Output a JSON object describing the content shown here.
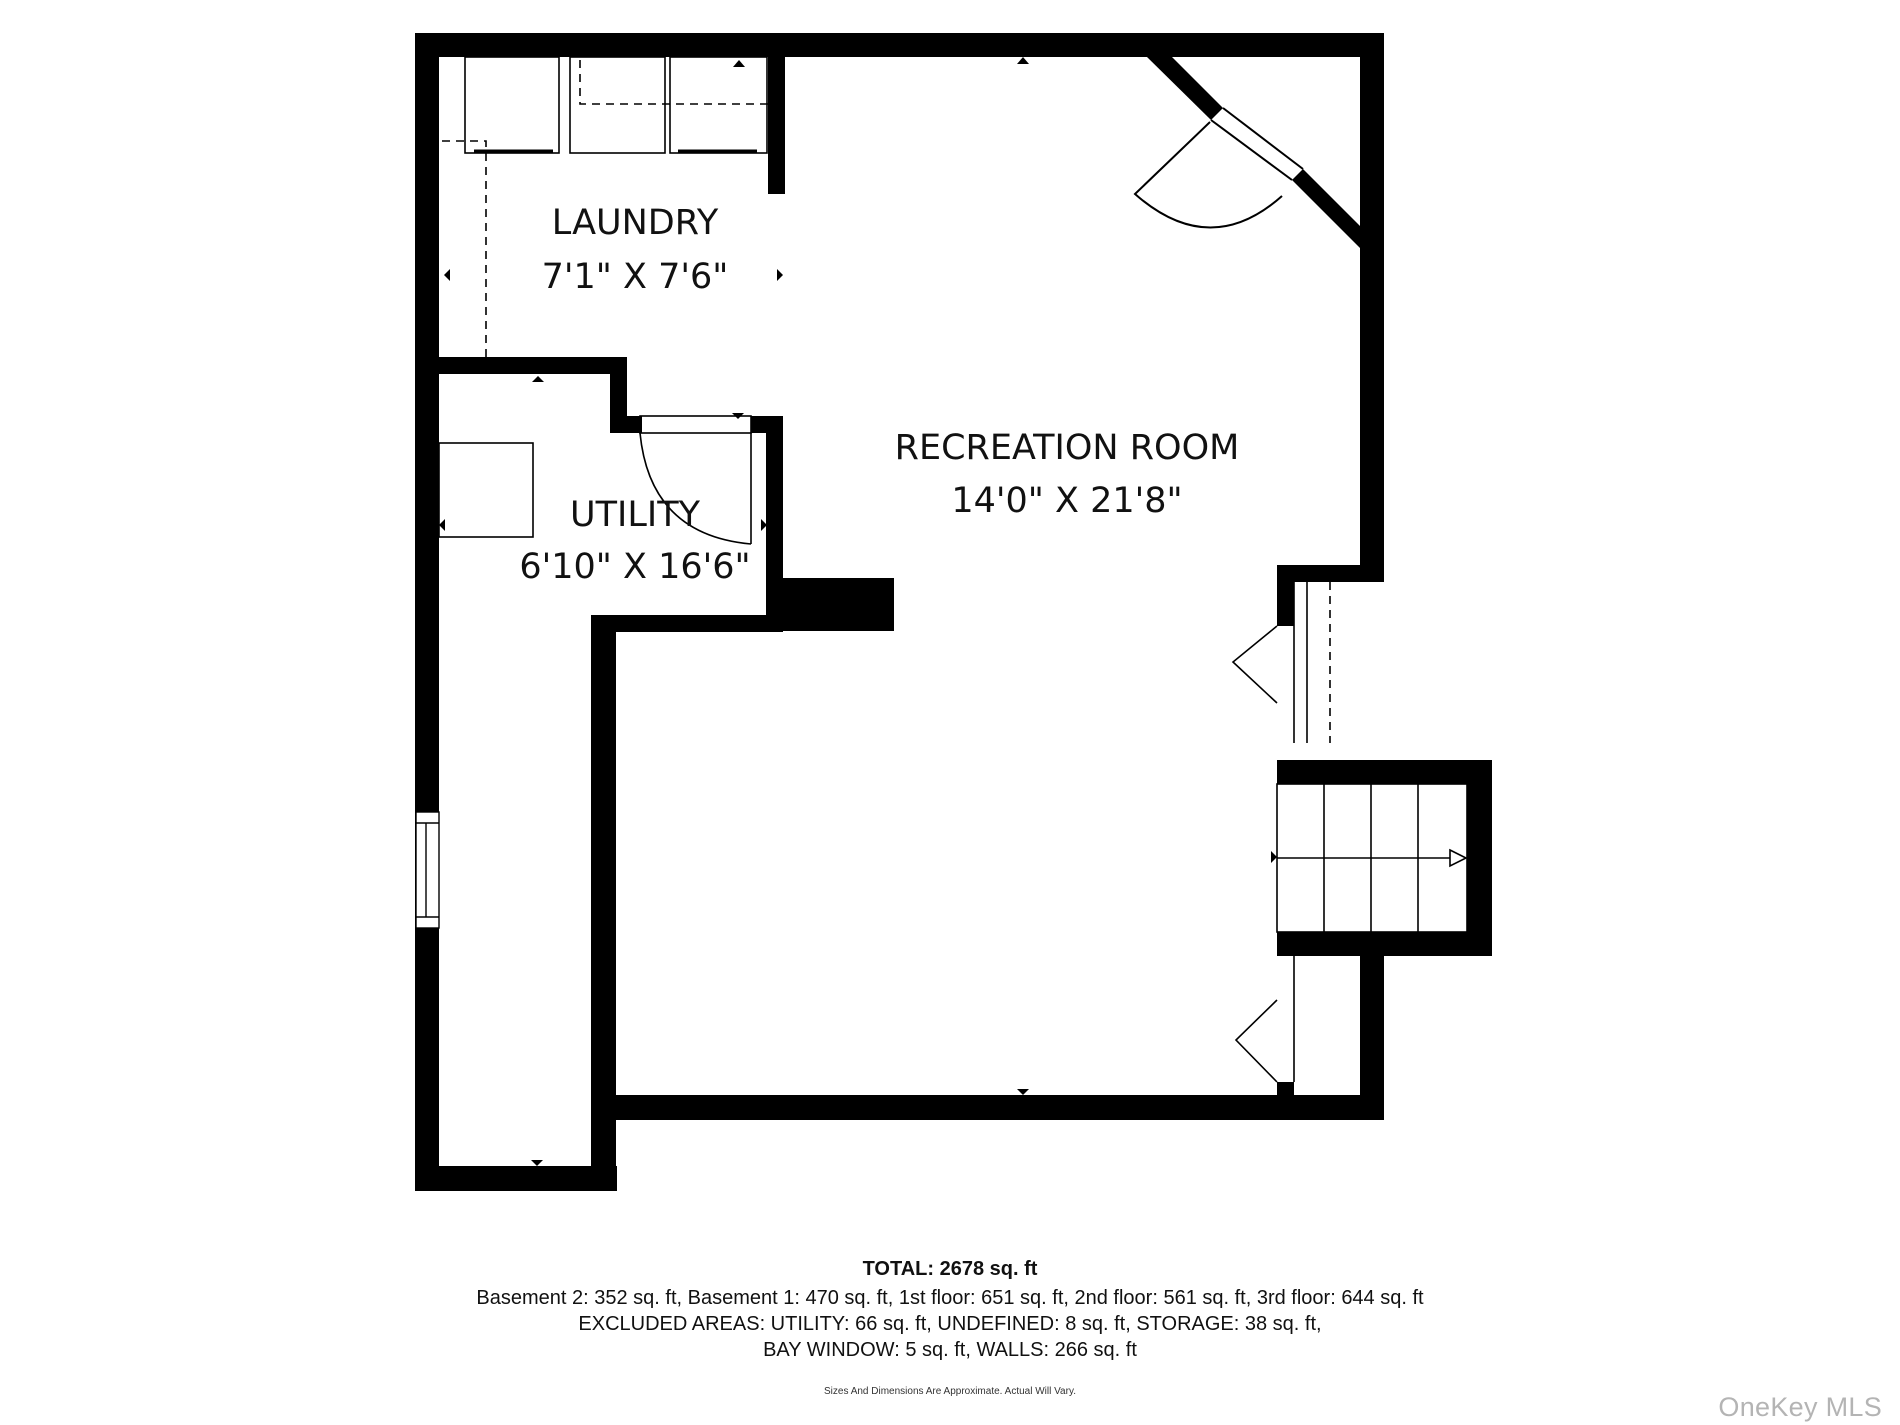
{
  "floorplan": {
    "rooms": [
      {
        "id": "laundry",
        "name": "LAUNDRY",
        "dimensions": "7'1\" X 7'6\""
      },
      {
        "id": "utility",
        "name": "UTILITY",
        "dimensions": "6'10\" X 16'6\""
      },
      {
        "id": "recreation",
        "name": "RECREATION ROOM",
        "dimensions": "14'0\" X 21'8\""
      }
    ],
    "colors": {
      "wall": "#000000",
      "background": "#ffffff",
      "text": "#111111",
      "watermark": "#b4b4b4"
    }
  },
  "summary": {
    "total": "TOTAL: 2678 sq. ft",
    "floors_line": "Basement 2: 352 sq. ft, Basement 1: 470 sq. ft, 1st floor: 651 sq. ft, 2nd floor: 561 sq. ft, 3rd floor: 644 sq. ft",
    "excluded_line": "EXCLUDED AREAS: UTILITY: 66 sq. ft, UNDEFINED: 8 sq. ft, STORAGE: 38 sq. ft,",
    "excluded_line_2": "BAY WINDOW: 5 sq. ft, WALLS: 266 sq. ft",
    "floors": [
      {
        "name": "Basement 2",
        "area": "352 sq. ft"
      },
      {
        "name": "Basement 1",
        "area": "470 sq. ft"
      },
      {
        "name": "1st floor",
        "area": "651 sq. ft"
      },
      {
        "name": "2nd floor",
        "area": "561 sq. ft"
      },
      {
        "name": "3rd floor",
        "area": "644 sq. ft"
      }
    ],
    "excluded": [
      {
        "name": "UTILITY",
        "area": "66 sq. ft"
      },
      {
        "name": "UNDEFINED",
        "area": "8 sq. ft"
      },
      {
        "name": "STORAGE",
        "area": "38 sq. ft"
      },
      {
        "name": "BAY WINDOW",
        "area": "5 sq. ft"
      },
      {
        "name": "WALLS",
        "area": "266 sq. ft"
      }
    ],
    "disclaimer": "Sizes And Dimensions Are Approximate. Actual Will Vary."
  },
  "watermark": "OneKey MLS"
}
